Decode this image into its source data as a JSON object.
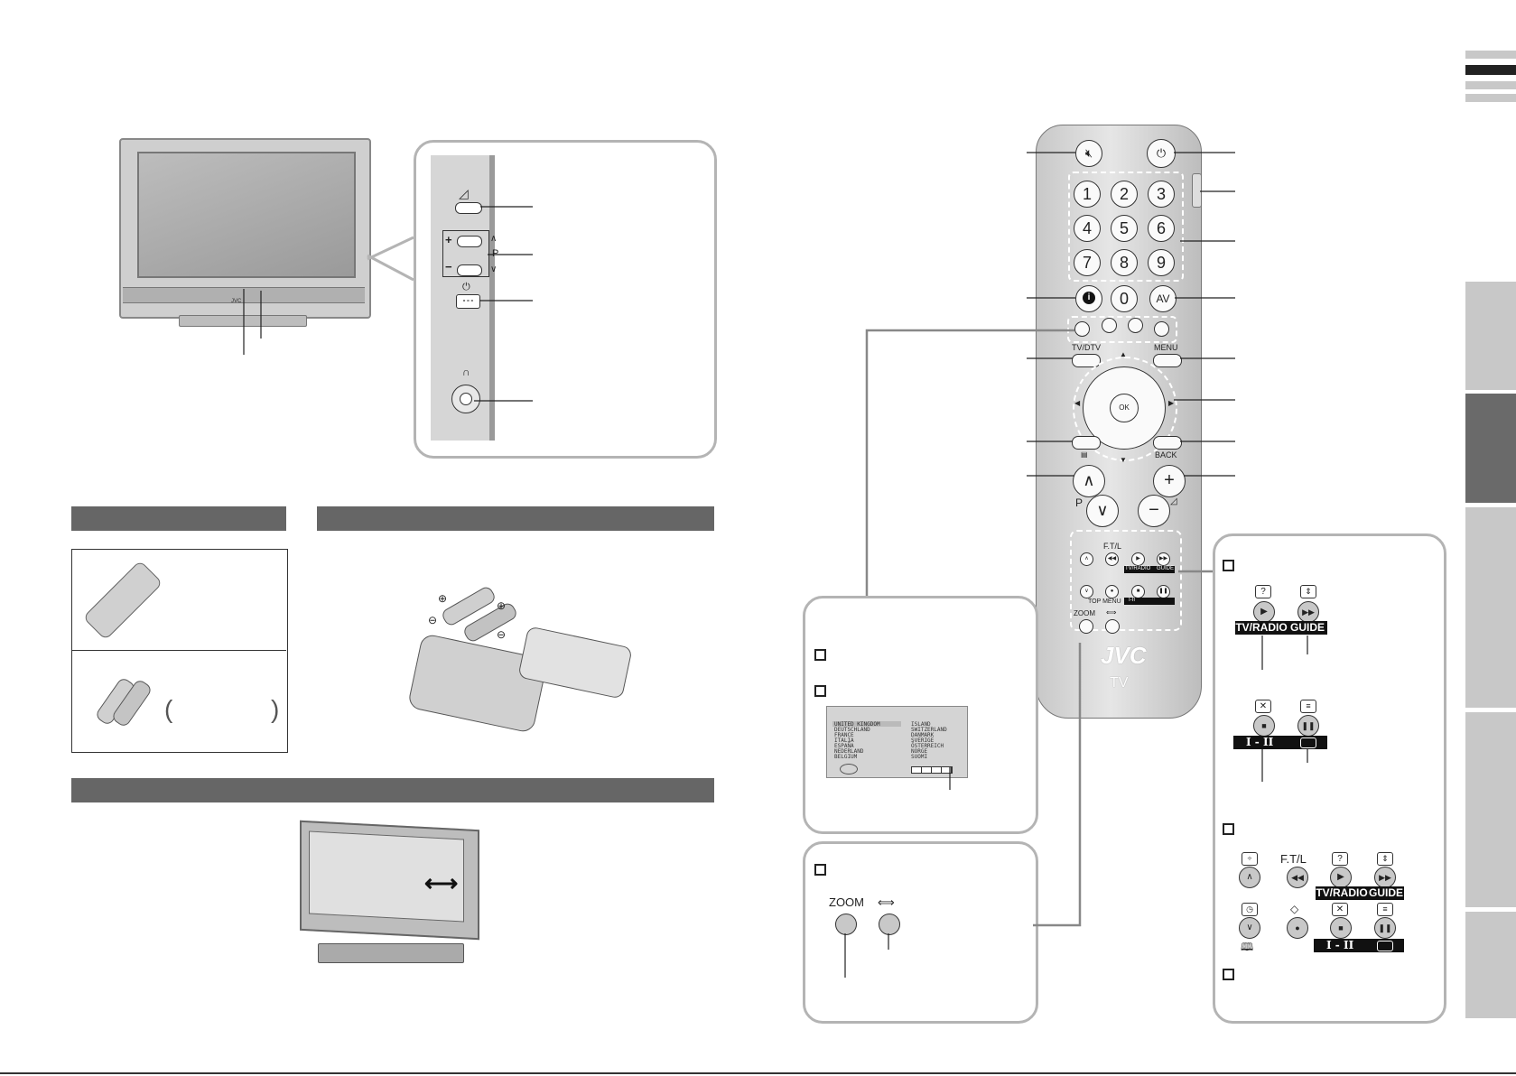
{
  "remote": {
    "numbers": [
      "1",
      "2",
      "3",
      "4",
      "5",
      "6",
      "7",
      "8",
      "9",
      "0"
    ],
    "av_label": "AV",
    "ok_label": "OK",
    "tvdtv_label": "TV/DTV",
    "menu_label": "MENU",
    "back_label": "BACK",
    "p_label": "P",
    "ftl_label": "F.T/L",
    "tvradio_small": "TV/RADIO",
    "guide_small": "GUIDE",
    "topmenu_small": "TOP MENU",
    "i_ii_small": "I-II",
    "zoom_small": "ZOOM",
    "brand": "JVC",
    "tv_label": "TV"
  },
  "tv_panel": {
    "p_label": "P",
    "plus": "+",
    "minus": "−",
    "tv_logo": "JVC"
  },
  "zoom_callout": {
    "zoom_label": "ZOOM"
  },
  "dtv_callout": {
    "tvradio_label": "TV/RADIO",
    "guide_label": "GUIDE",
    "i_ii_label": "I - II",
    "ftl_label": "F.T/L",
    "tvradio_label_2": "TV/RADIO",
    "guide_label_2": "GUIDE",
    "i_ii_label_2": "I - II"
  },
  "osd": {
    "left_col": "UNITED KINGDOM\nDEUTSCHLAND\nFRANCE\nITALIA\nESPAÑA\nNEDERLAND\nBELGIUM",
    "right_col": "ISLAND\nSWITZERLAND\nDANMARK\nSVERIGE\nÖSTERREICH\nNORGE\nSUOMI"
  }
}
